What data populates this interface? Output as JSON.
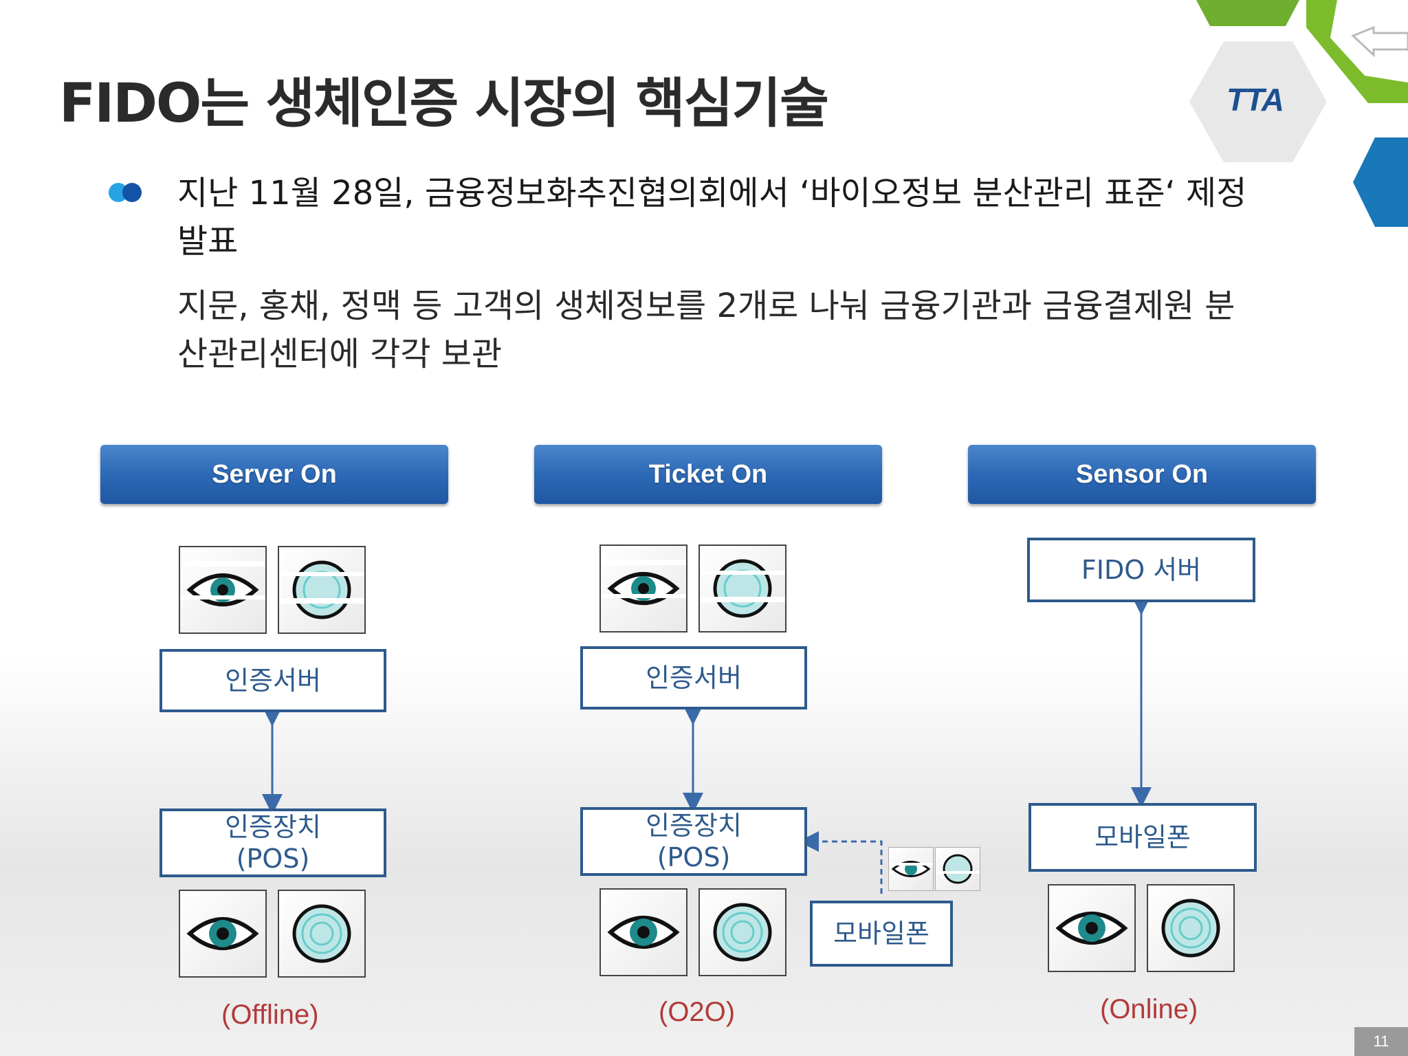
{
  "title": "FIDO는 생체인증 시장의 핵심기술",
  "logo": "TTA",
  "bullet": {
    "line1": "지난 11월 28일, 금융정보화추진협의회에서 ‘바이오정보 분산관리 표준‘ 제정 발표",
    "line2": "지문, 홍채, 정맥 등 고객의 생체정보를 2개로 나눠 금융기관과 금융결제원 분산관리센터에 각각 보관"
  },
  "columns": [
    {
      "header": "Server On",
      "server": "인증서버",
      "device_line1": "인증장치",
      "device_line2": "(POS)",
      "caption": "(Offline)"
    },
    {
      "header": "Ticket On",
      "server": "인증서버",
      "device_line1": "인증장치",
      "device_line2": "(POS)",
      "mobile": "모바일폰",
      "caption": "(O2O)"
    },
    {
      "header": "Sensor On",
      "server": "FIDO 서버",
      "device": "모바일폰",
      "caption": "(Online)"
    }
  ],
  "page_number": "11",
  "colors": {
    "header": "#2d69b5",
    "node_border": "#2e5a8c",
    "caption": "#b33a3a",
    "arrow": "#3b6aa8"
  }
}
